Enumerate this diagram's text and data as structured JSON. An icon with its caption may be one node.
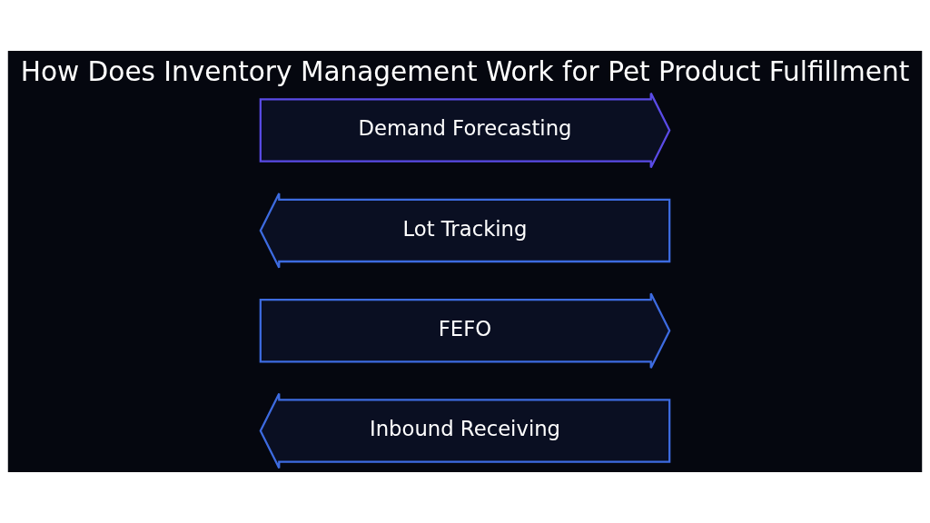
{
  "diagram": {
    "title": "How Does Inventory Management Work for Pet Product Fulfillment",
    "nodes": [
      {
        "text": [
          "Inbound Receiving"
        ]
      },
      {
        "text": [
          "FEFO"
        ]
      },
      {
        "text": [
          "Lot Tracking"
        ]
      },
      {
        "text": [
          "Demand Forecasting"
        ]
      }
    ]
  }
}
